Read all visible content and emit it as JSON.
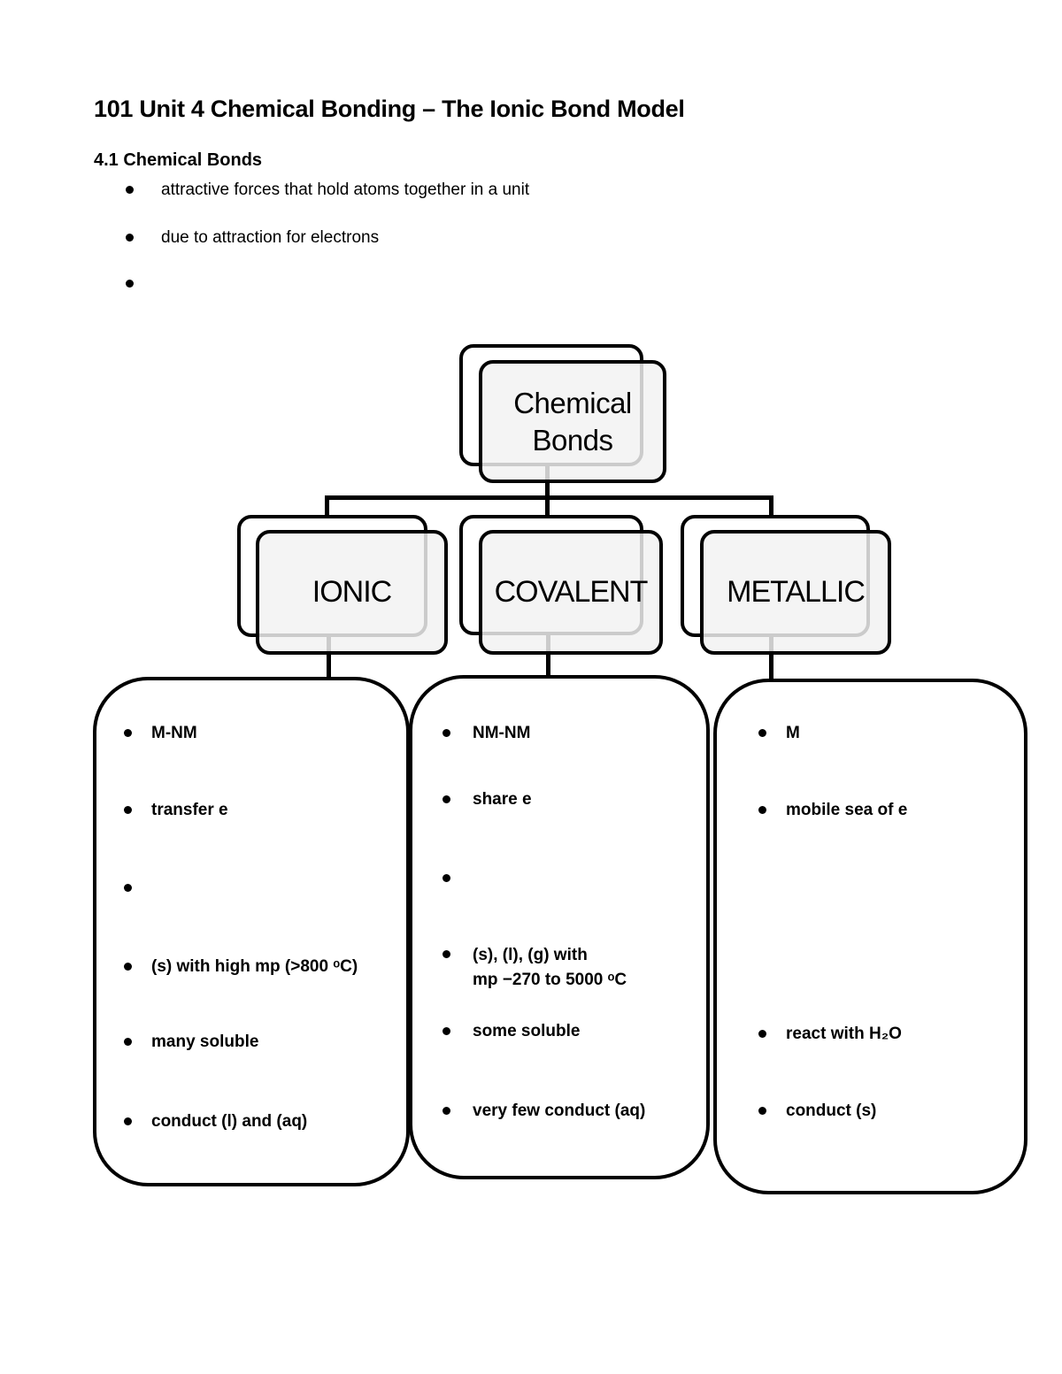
{
  "page": {
    "title": "101 Unit 4 Chemical Bonding – The Ionic Bond Model",
    "section_heading": "4.1 Chemical Bonds",
    "section_bullets": [
      "attractive forces that hold atoms together in a unit",
      "due to attraction for electrons",
      ""
    ]
  },
  "diagram": {
    "root": {
      "label": "Chemical\nBonds"
    },
    "branches": [
      {
        "label": "IONIC",
        "bullets": [
          "M-NM",
          "transfer e",
          "",
          "(s) with high mp (>800 ᵒC)",
          "many soluble",
          "conduct (l) and (aq)"
        ]
      },
      {
        "label": "COVALENT",
        "bullets": [
          "NM-NM",
          "share e",
          "",
          "(s), (l), (g) with\nmp −270 to 5000 ᵒC",
          "some soluble",
          "very few conduct (aq)"
        ]
      },
      {
        "label": "METALLIC",
        "bullets": [
          "M",
          "mobile sea of e",
          "react with H₂O",
          "conduct (s)"
        ]
      }
    ]
  },
  "colors": {
    "background": "#ffffff",
    "box_fill": "#f2f2f2",
    "line": "#000000"
  }
}
